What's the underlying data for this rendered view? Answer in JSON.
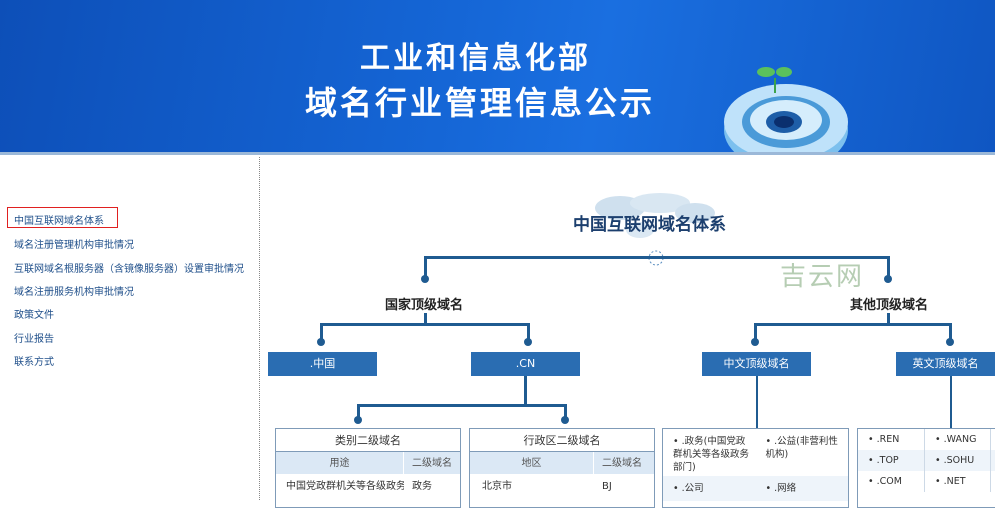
{
  "banner": {
    "line1": "工业和信息化部",
    "line2": "域名行业管理信息公示",
    "logo_icon": "at-sign-sprout-icon"
  },
  "sidebar": {
    "items": [
      {
        "label": "中国互联网域名体系",
        "selected": true
      },
      {
        "label": "域名注册管理机构审批情况"
      },
      {
        "label": "互联网域名根服务器（含镜像服务器）设置审批情况"
      },
      {
        "label": "域名注册服务机构审批情况"
      },
      {
        "label": "政策文件"
      },
      {
        "label": "行业报告"
      },
      {
        "label": "联系方式"
      }
    ]
  },
  "chart": {
    "title": "中国互联网域名体系",
    "watermark": "吉云网",
    "national": "国家顶级域名",
    "other": "其他顶级域名",
    "boxes": {
      "zhongguo": ".中国",
      "cn": ".CN",
      "chinese": "中文顶级域名",
      "english": "英文顶级域名"
    },
    "category_table": {
      "title": "类别二级域名",
      "headers": [
        "用途",
        "二级域名"
      ],
      "rows": [
        [
          "中国党政群机关等各级政务",
          "政务"
        ]
      ]
    },
    "region_table": {
      "title": "行政区二级域名",
      "headers": [
        "地区",
        "二级域名"
      ],
      "rows": [
        [
          "北京市",
          "BJ"
        ]
      ]
    },
    "chinese_list": [
      [
        ".政务(中国党政群机关等各级政务部门)",
        ".公益(非营利性机构)"
      ],
      [
        ".公司",
        ".网络"
      ]
    ],
    "english_list": [
      [
        ".REN",
        ".WANG"
      ],
      [
        ".TOP",
        ".SOHU"
      ],
      [
        ".COM",
        ".NET"
      ]
    ]
  },
  "colors": {
    "banner": "#1566d6",
    "line": "#1f5b91",
    "box": "#2a6db2",
    "selected_border": "#e02020"
  }
}
